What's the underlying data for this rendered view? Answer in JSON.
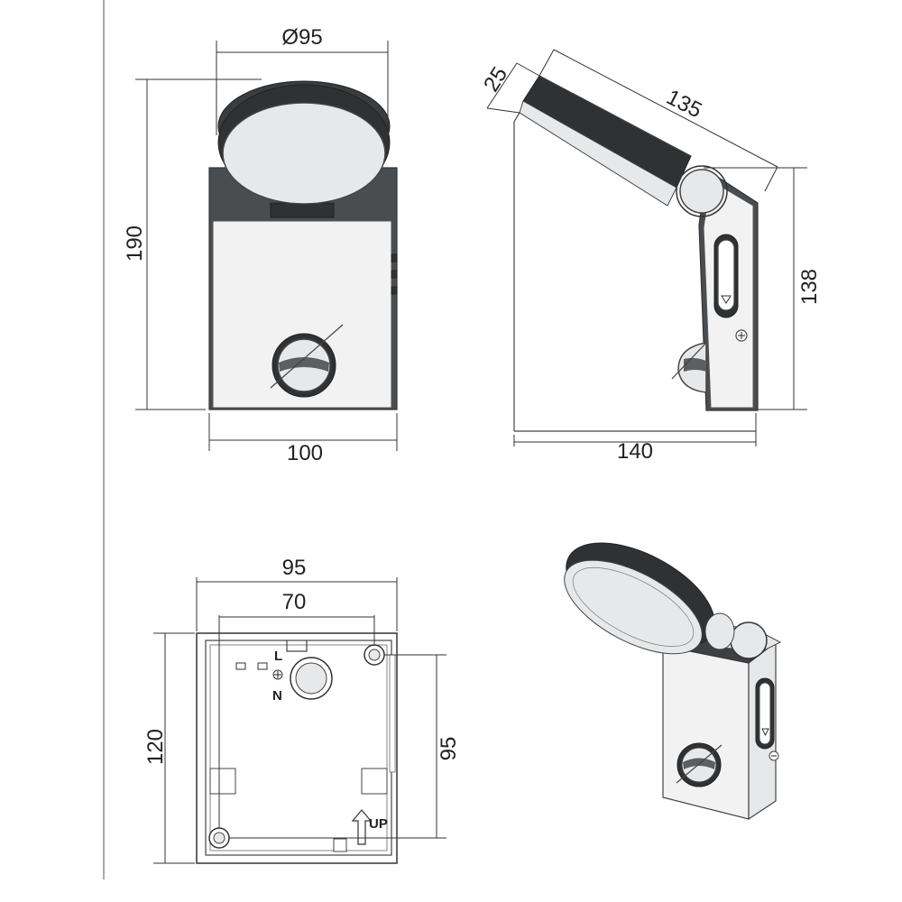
{
  "dimensions": {
    "front_head_diameter": "Ø95",
    "front_height": "190",
    "front_width": "100",
    "side_head_thickness": "25",
    "side_arm_length": "135",
    "side_height": "138",
    "side_depth": "140",
    "back_width": "95",
    "back_hole_spacing_horizontal": "70",
    "back_height": "120",
    "back_hole_spacing_vertical": "95"
  },
  "back_labels": {
    "live": "L",
    "neutral": "N",
    "up": "UP"
  },
  "colors": {
    "body": "#4a4d50",
    "head_ring": "#2f3133",
    "lens": "#e7e8e9",
    "lines": "#333333"
  }
}
